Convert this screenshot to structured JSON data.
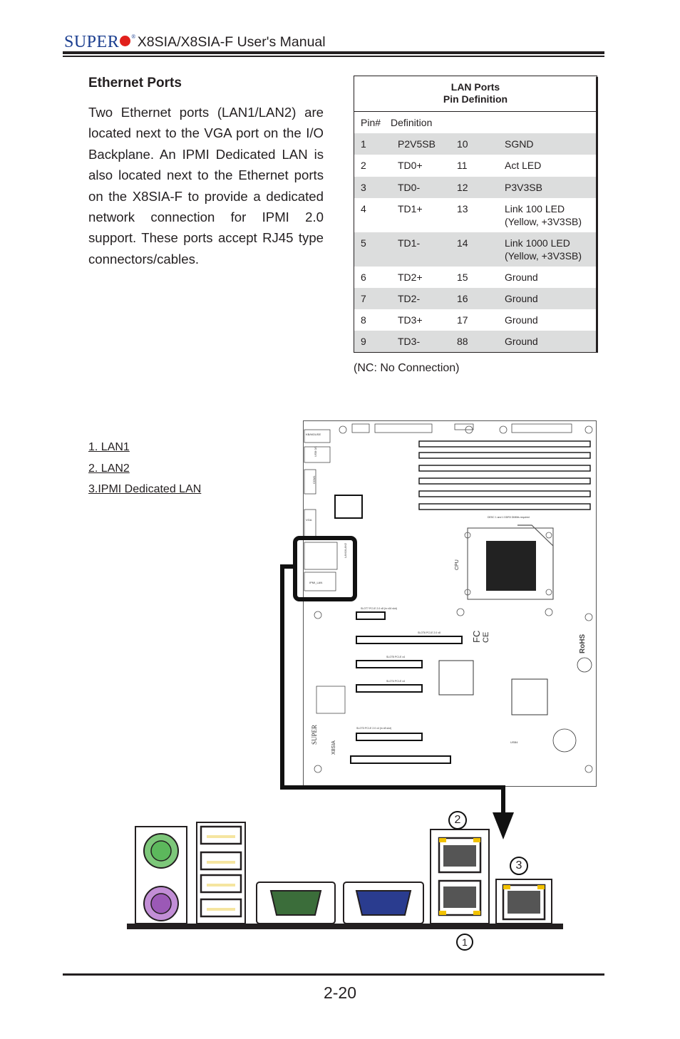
{
  "header": {
    "brand": "SUPER",
    "brand_mark": "®",
    "title": "X8SIA/X8SIA-F User's Manual"
  },
  "section": {
    "heading": "Ethernet Ports",
    "paragraph": "Two Ethernet ports (LAN1/LAN2) are located next to the VGA port on the I/O Backplane. An IPMI Dedicated LAN is also located next to the Ethernet ports on the X8SIA-F to provide a dedicated network connection for IPMI 2.0 support. These ports accept RJ45 type connectors/cables."
  },
  "table": {
    "title_line1": "LAN Ports",
    "title_line2": "Pin Definition",
    "col_pin": "Pin#",
    "col_def": "Definition",
    "rows": [
      {
        "p1": "1",
        "d1": "P2V5SB",
        "p2": "10",
        "d2": "SGND",
        "d2b": ""
      },
      {
        "p1": "2",
        "d1": "TD0+",
        "p2": "11",
        "d2": "Act LED",
        "d2b": ""
      },
      {
        "p1": "3",
        "d1": "TD0-",
        "p2": "12",
        "d2": "P3V3SB",
        "d2b": ""
      },
      {
        "p1": "4",
        "d1": "TD1+",
        "p2": "13",
        "d2": "Link 100 LED",
        "d2b": "(Yellow, +3V3SB)"
      },
      {
        "p1": "5",
        "d1": "TD1-",
        "p2": "14",
        "d2": "Link 1000 LED",
        "d2b": "(Yellow, +3V3SB)"
      },
      {
        "p1": "6",
        "d1": "TD2+",
        "p2": "15",
        "d2": "Ground",
        "d2b": ""
      },
      {
        "p1": "7",
        "d1": "TD2-",
        "p2": "16",
        "d2": "Ground",
        "d2b": ""
      },
      {
        "p1": "8",
        "d1": "TD3+",
        "p2": "17",
        "d2": "Ground",
        "d2b": ""
      },
      {
        "p1": "9",
        "d1": "TD3-",
        "p2": "88",
        "d2": "Ground",
        "d2b": ""
      }
    ],
    "note": "(NC: No Connection)"
  },
  "legend": {
    "item1": "1. LAN1",
    "item2": "2. LAN2",
    "item3": "3.IPMI Dedicated LAN"
  },
  "board": {
    "kb_mouse": "KB/MOUSE",
    "usb": "USB 0/1",
    "com1": "COM1",
    "vga": "VGA",
    "lan": "LAN1/LAN2",
    "ipmi_lan": "IPMI_LAN",
    "cpu": "CPU",
    "rohs": "RoHS",
    "fc": "FC",
    "ce": "CE",
    "brand": "SUPER",
    "model": "X8SIA",
    "usb4": "USB4",
    "dimm_note": "DESC 1 and 1 DDR3 DIMMs required",
    "slot1": "SLOT7 PCI-E 2.0 x8 (in x16 slot)",
    "slot2": "SLOT6 PCI-E 2.0 x8",
    "slot3": "SLOT5 PCI-E x4",
    "slot4": "SLOT4 PCI-E x4",
    "slot5": "SLOT3 PCI-E 2.0 x4 (in x8 slot)"
  },
  "callouts": {
    "c1": "1",
    "c2": "2",
    "c3": "3"
  },
  "footer": {
    "page": "2-20"
  },
  "colors": {
    "brand_blue": "#1a3d8f",
    "brand_red": "#e1201c",
    "shade": "#dcdddd",
    "ps2_keyboard": "#9b59b6",
    "ps2_mouse": "#5cb85c",
    "vga_blue": "#2a3c8f",
    "serial_green": "#3b6d3a",
    "rj45_yellow": "#f2c200"
  }
}
